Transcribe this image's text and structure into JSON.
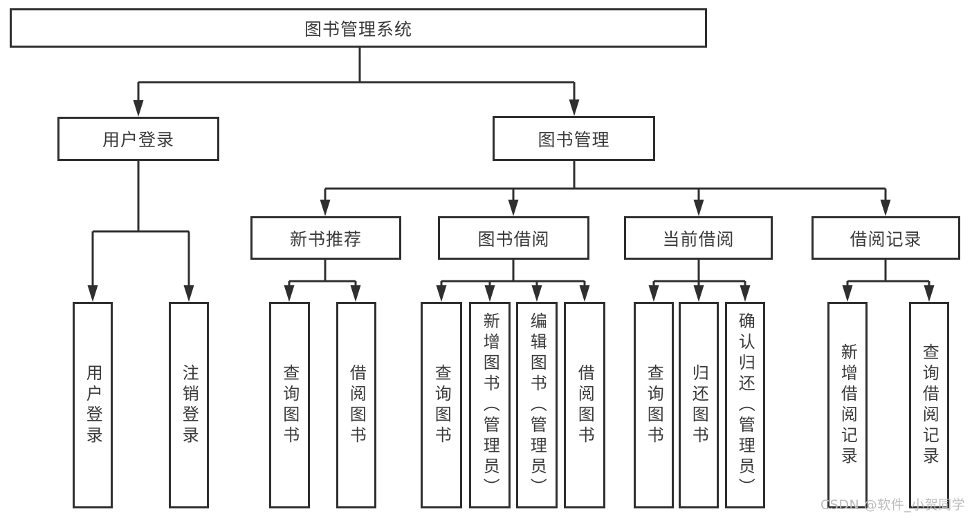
{
  "tree": {
    "root": {
      "label": "图书管理系统",
      "children": [
        {
          "label": "用户登录",
          "children": [
            {
              "label": "用户登录"
            },
            {
              "label": "注销登录"
            }
          ]
        },
        {
          "label": "图书管理",
          "children": [
            {
              "label": "新书推荐",
              "children": [
                {
                  "label": "查询图书"
                },
                {
                  "label": "借阅图书"
                }
              ]
            },
            {
              "label": "图书借阅",
              "children": [
                {
                  "label": "查询图书"
                },
                {
                  "label": "新增图书（管理员）"
                },
                {
                  "label": "编辑图书（管理员）"
                },
                {
                  "label": "借阅图书"
                }
              ]
            },
            {
              "label": "当前借阅",
              "children": [
                {
                  "label": "查询图书"
                },
                {
                  "label": "归还图书"
                },
                {
                  "label": "确认归还（管理员）"
                }
              ]
            },
            {
              "label": "借阅记录",
              "children": [
                {
                  "label": "新增借阅记录"
                },
                {
                  "label": "查询借阅记录"
                }
              ]
            }
          ]
        }
      ]
    }
  },
  "watermark": {
    "text": "CSDN @软件_小贺同学"
  },
  "colors": {
    "line": "#2f2f2f",
    "text": "#3a3a3a",
    "watermark": "#bcbcbc",
    "background": "#ffffff"
  }
}
